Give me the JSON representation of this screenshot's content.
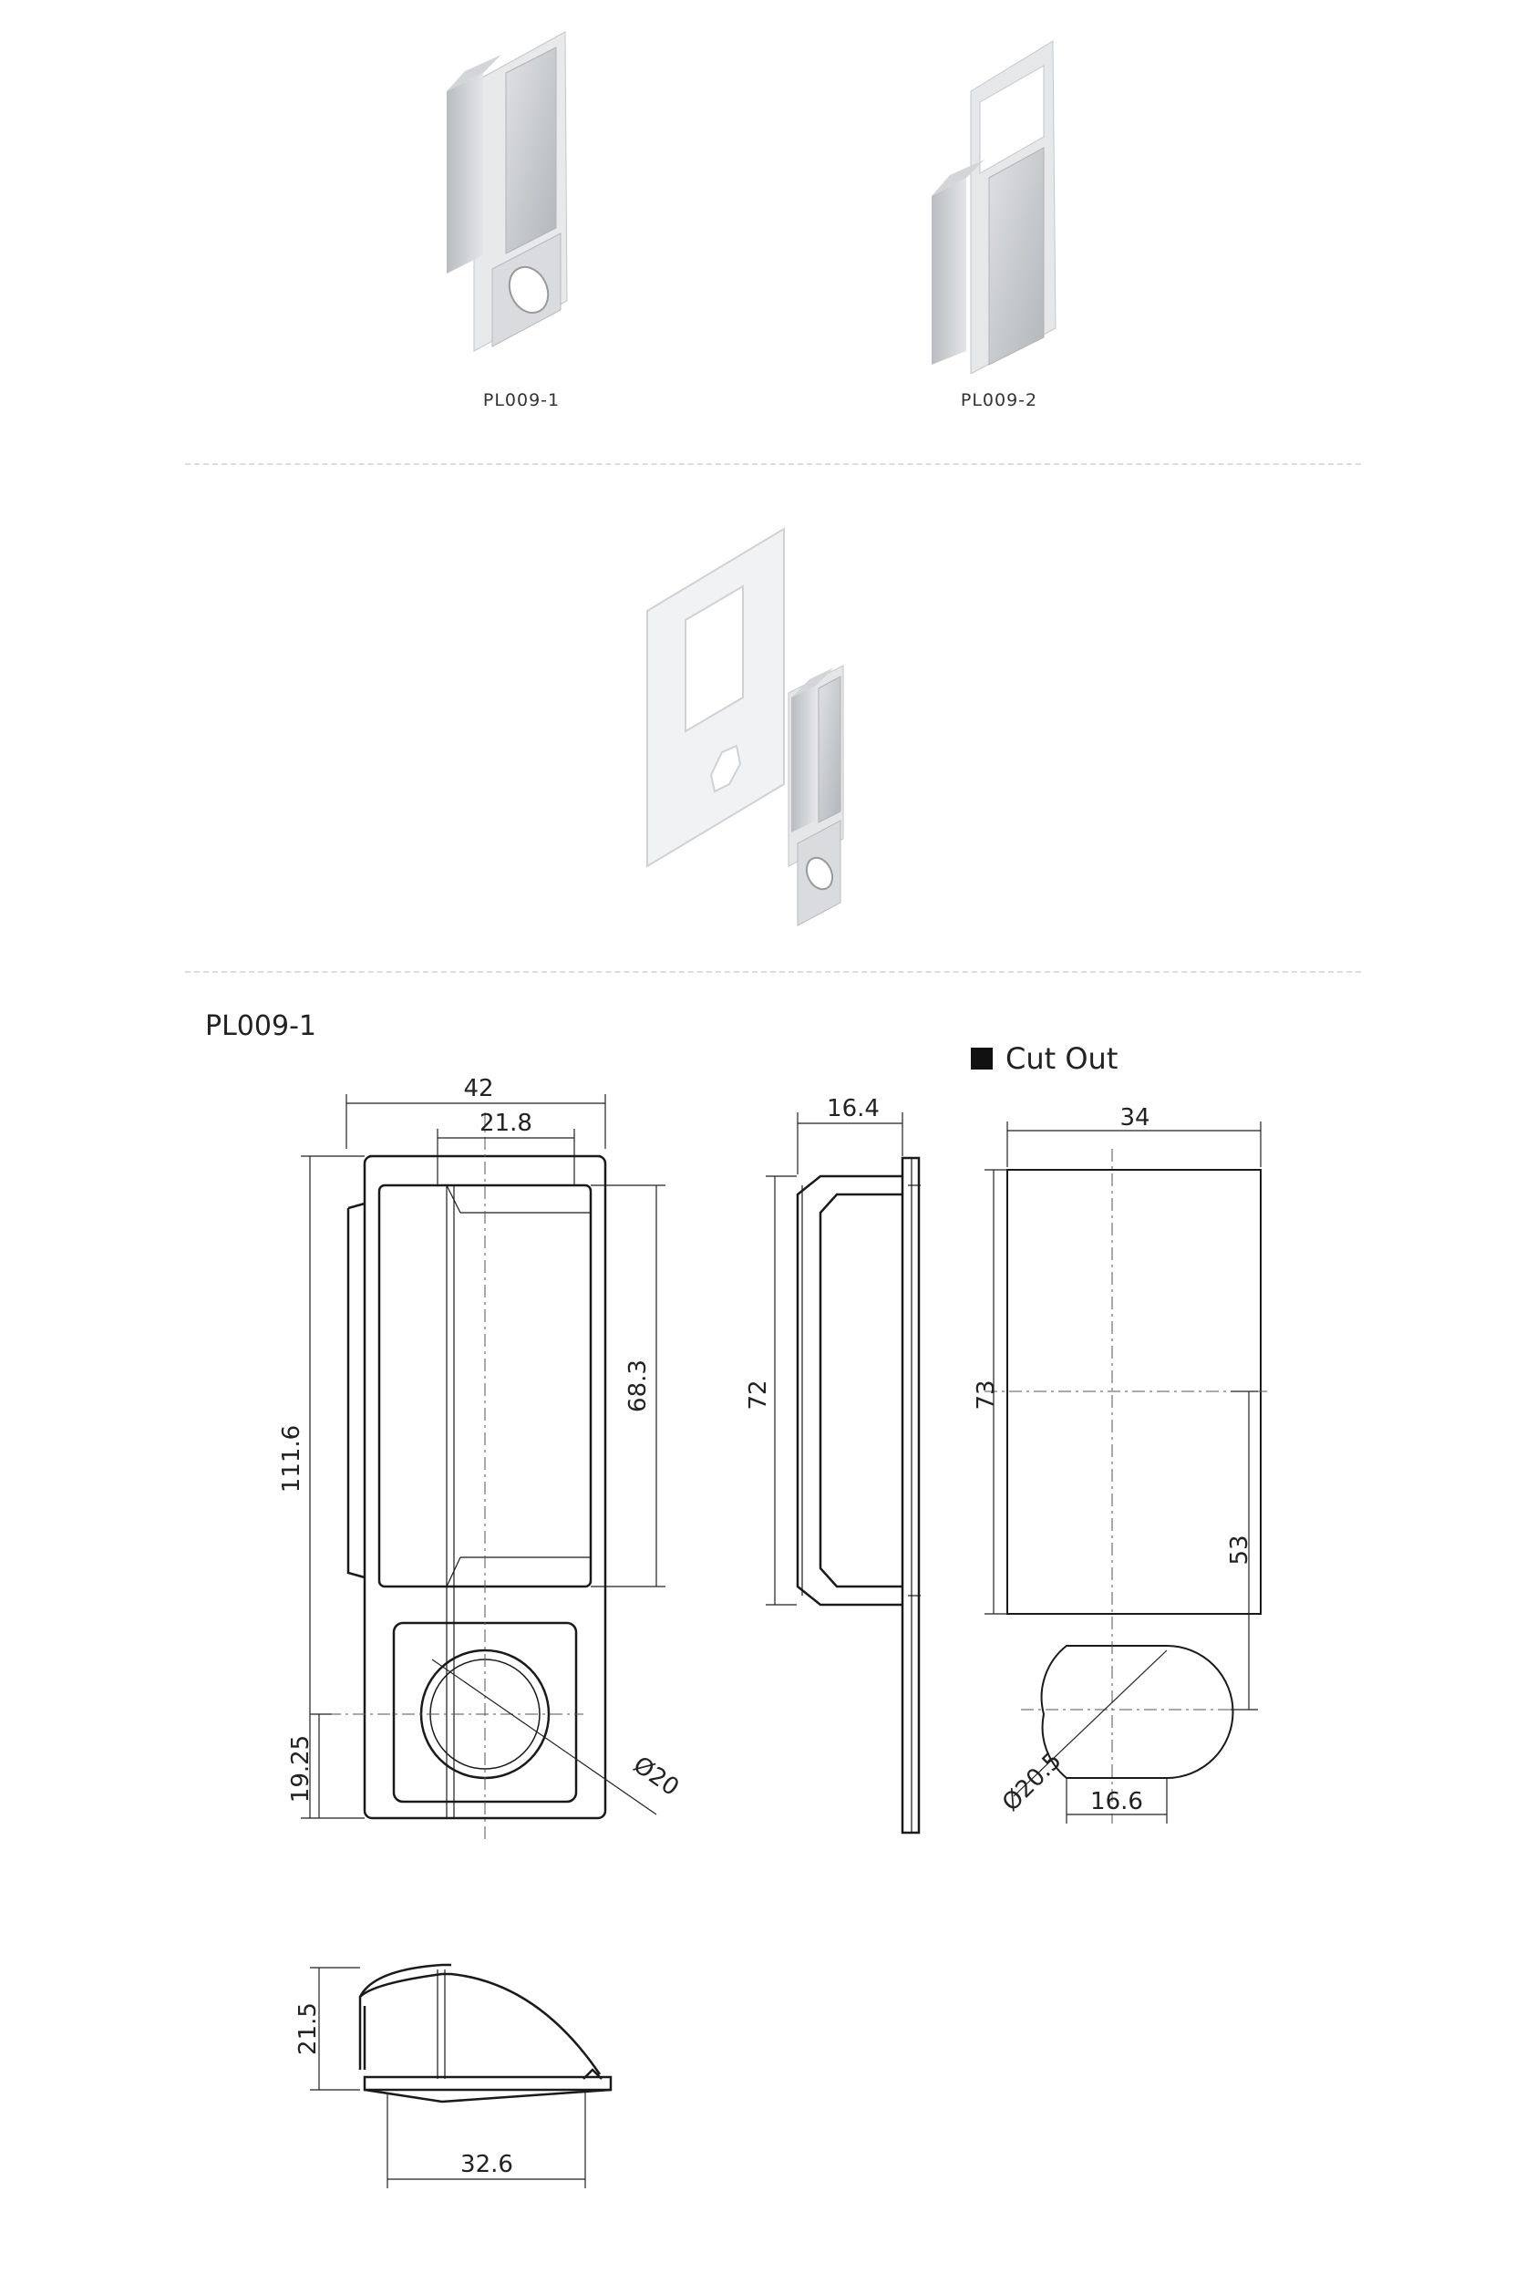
{
  "products": [
    {
      "label": "PL009-1"
    },
    {
      "label": "PL009-2"
    }
  ],
  "drawing": {
    "model_title": "PL009-1",
    "cutout_legend": "Cut Out",
    "front_view": {
      "width_total": "42",
      "width_inner": "21.8",
      "height_total": "111.6",
      "height_window": "68.3",
      "hole_offset": "19.25",
      "hole_diameter": "Ø20"
    },
    "side_view": {
      "depth": "16.4",
      "height": "72"
    },
    "cutout_view": {
      "width": "34",
      "height": "73",
      "center_distance": "53",
      "hole_diameter": "Ø20.5",
      "hole_flat": "16.6"
    },
    "bottom_view": {
      "height": "21.5",
      "width": "32.6"
    }
  },
  "colors": {
    "line": "#1a1a1a",
    "metal": "#c9cbce",
    "divider": "#dcdcdc"
  }
}
